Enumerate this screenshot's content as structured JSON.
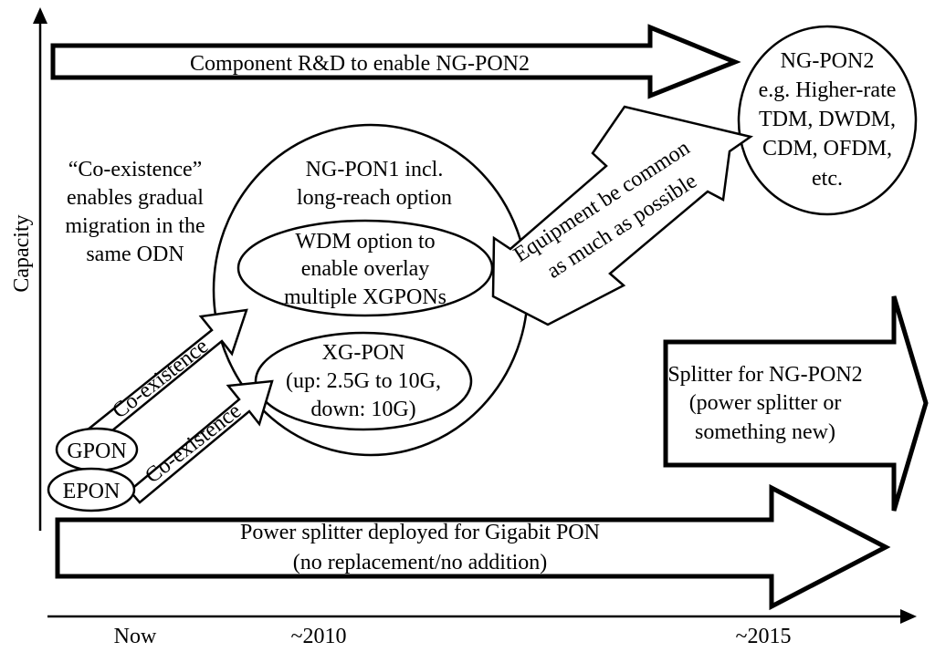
{
  "axes": {
    "y_label": "Capacity",
    "x_ticks": [
      "Now",
      "~2010",
      "~2015"
    ]
  },
  "arrows": {
    "component_rd": "Component R&D to enable NG-PON2",
    "power_splitter": [
      "Power splitter deployed for Gigabit PON",
      "(no replacement/no addition)"
    ],
    "splitter_ngpon2": [
      "Splitter for NG-PON2",
      "(power splitter or",
      "something new)"
    ],
    "equipment": [
      "Equipment be common",
      "as much as possible"
    ],
    "coexist_upper": "Co-existence",
    "coexist_lower": "Co-existence"
  },
  "notes": {
    "coexistence_note": [
      "“Co-existence”",
      "enables gradual",
      "migration in the",
      "same ODN"
    ]
  },
  "ellipses": {
    "ngpon1": [
      "NG-PON1 incl.",
      "long-reach option"
    ],
    "wdm": [
      "WDM option to",
      "enable overlay",
      "multiple XGPONs"
    ],
    "xgpon": [
      "XG-PON",
      "(up: 2.5G to 10G,",
      "down: 10G)"
    ],
    "gpon": "GPON",
    "epon": "EPON",
    "ngpon2": [
      "NG-PON2",
      "e.g. Higher-rate",
      "TDM, DWDM,",
      "CDM, OFDM,",
      "etc."
    ]
  }
}
